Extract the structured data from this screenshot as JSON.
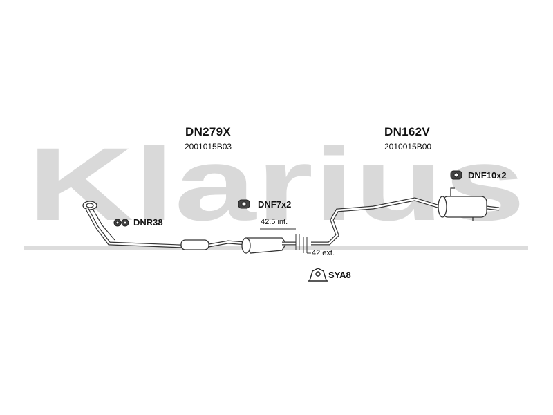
{
  "watermark": {
    "text": "Klarius",
    "color": "#d9d9d9"
  },
  "parts": [
    {
      "code": "DN279X",
      "number": "2001015B03"
    },
    {
      "code": "DN162V",
      "number": "2010015B00"
    }
  ],
  "accessories": [
    {
      "label": "DNR38",
      "icon": "ring-pair-icon"
    },
    {
      "label": "DNF7x2",
      "icon": "hanger-icon"
    },
    {
      "label": "DNF10x2",
      "icon": "hanger-icon"
    },
    {
      "label": "SYA8",
      "icon": "clamp-icon"
    }
  ],
  "dimensions": [
    {
      "text": "42.5 int."
    },
    {
      "text": "42 ext."
    }
  ],
  "colors": {
    "line": "#333333",
    "pipe_fill": "#ffffff"
  }
}
